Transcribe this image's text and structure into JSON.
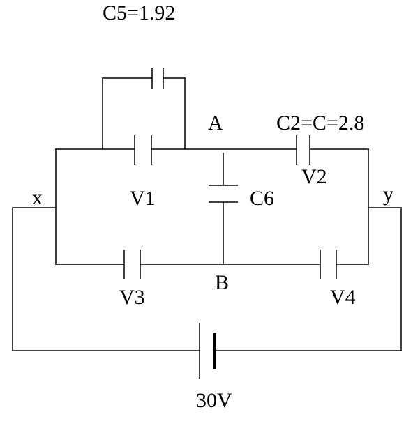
{
  "labels": {
    "c5": "C5=1.92",
    "node_a": "A",
    "c2": "C2=C=2.8",
    "v2": "V2",
    "x": "x",
    "v1": "V1",
    "c6": "C6",
    "y": "y",
    "node_b": "B",
    "v3": "V3",
    "v4": "V4",
    "battery": "30V"
  }
}
